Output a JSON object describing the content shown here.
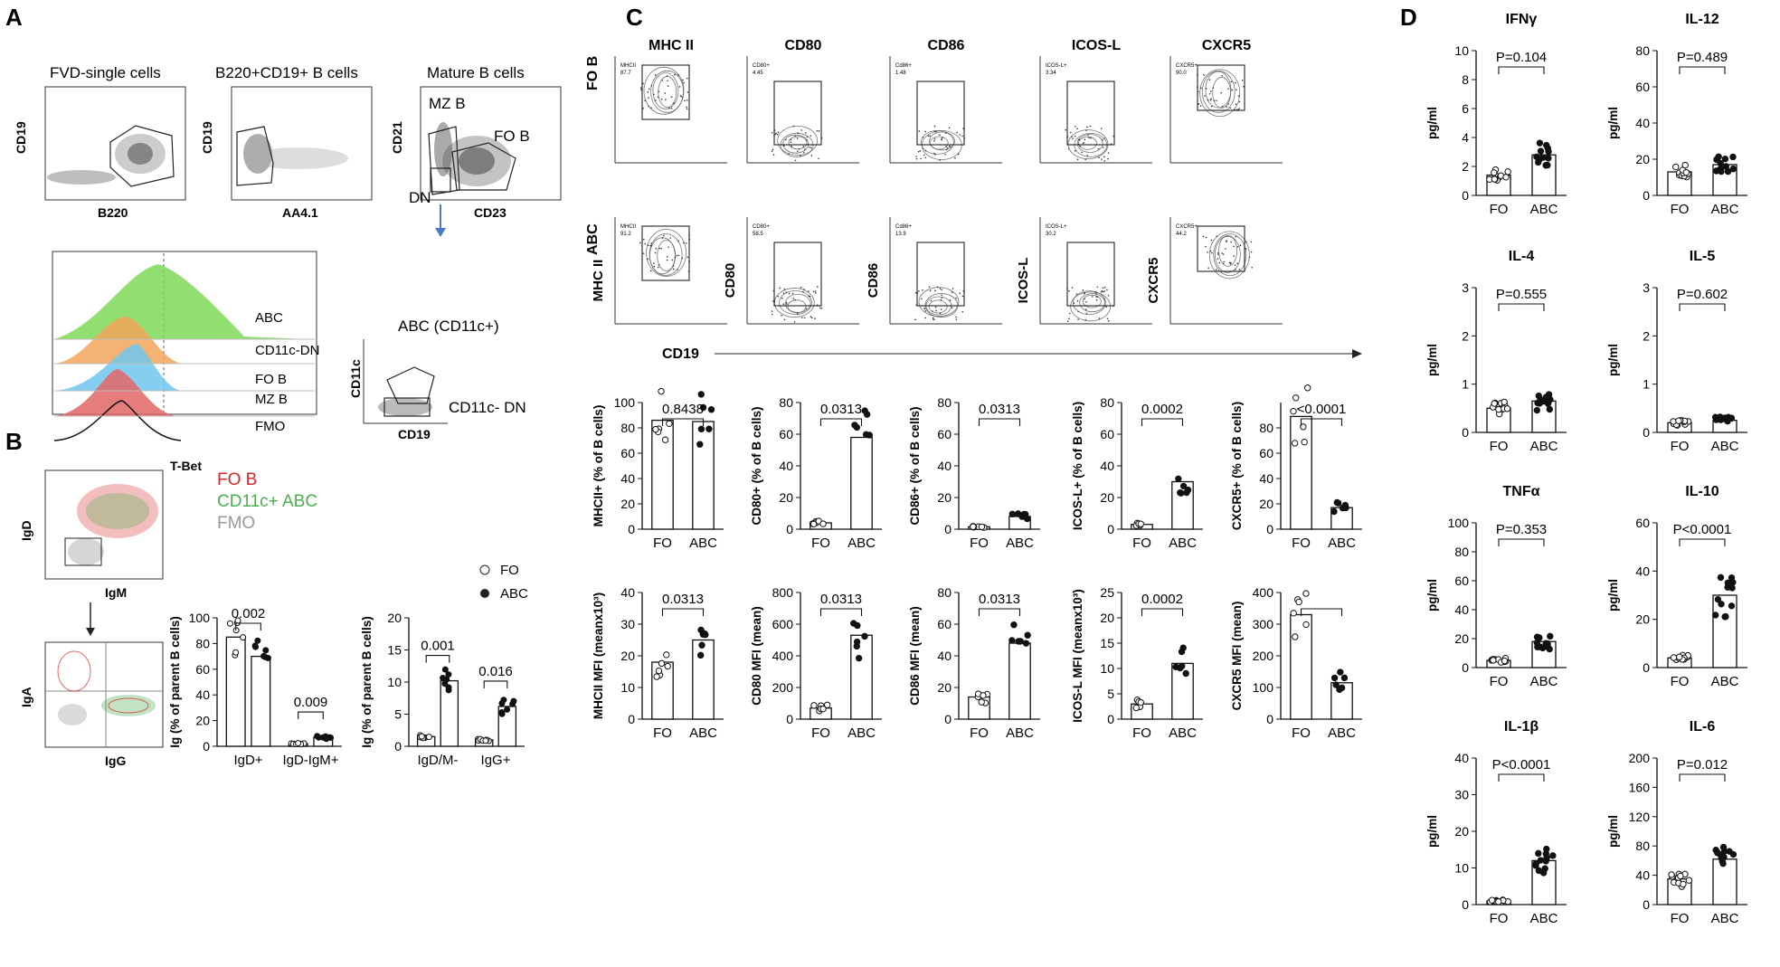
{
  "panels": {
    "a": "A",
    "b": "B",
    "c": "C",
    "d": "D"
  },
  "panel_a": {
    "flow_titles": [
      "FVD-single cells",
      "B220+CD19+ B cells",
      "Mature B cells"
    ],
    "flow_x": [
      "B220",
      "AA4.1",
      "CD23"
    ],
    "flow_y": [
      "CD19",
      "CD19",
      "CD21"
    ],
    "gate_labels": {
      "mz": "MZ B",
      "fo": "FO B",
      "dn": "DN"
    },
    "hist_labels": [
      "ABC",
      "CD11c-DN",
      "FO B",
      "MZ B",
      "FMO"
    ],
    "hist_colors": [
      "#7ed957",
      "#f2a65a",
      "#6ec6ee",
      "#e26666",
      "#ffffff"
    ],
    "hist_x": "T-Bet",
    "cd11c": {
      "y": "CD11c",
      "x": "CD19",
      "abc": "ABC (CD11c+)",
      "dn": "CD11c- DN"
    }
  },
  "panel_b": {
    "flow_y": [
      "IgD",
      "IgA"
    ],
    "flow_x": [
      "IgM",
      "IgG"
    ],
    "legend": [
      {
        "label": "FO B",
        "color": "#d62828"
      },
      {
        "label": "CD11c+ ABC",
        "color": "#4caf50"
      },
      {
        "label": "FMO",
        "color": "#999999"
      }
    ],
    "dot_legend": [
      {
        "label": "FO"
      },
      {
        "label": "ABC"
      }
    ]
  },
  "panel_c": {
    "markers": [
      "MHC II",
      "CD80",
      "CD86",
      "ICOS-L",
      "CXCR5"
    ],
    "rows": [
      "FO B",
      "ABC"
    ],
    "gate_fo": [
      "MHCII\n87.7",
      "CD80+\n4.45",
      "Cd86+\n1.48",
      "ICOS-L+\n3.34",
      "CXCR5+\n90.0"
    ],
    "gate_abc": [
      "MHCII\n91.2",
      "CD80+\n58.5",
      "Cd86+\n13.9",
      "ICOS-L+\n30.2",
      "CXCR5+\n44.2"
    ],
    "x_axis": "CD19"
  },
  "chart_data": [
    {
      "type": "bar",
      "panel": "B",
      "categories": [
        "IgD+",
        "IgD-IgM+"
      ],
      "ylabel": "Ig (% of parent B cells)",
      "ylim": [
        0,
        100
      ],
      "yticks": [
        0,
        20,
        40,
        60,
        80,
        100
      ],
      "series": [
        {
          "name": "FO",
          "values": [
            85,
            2
          ]
        },
        {
          "name": "ABC",
          "values": [
            70,
            7
          ]
        }
      ],
      "pvalues": [
        "0.002",
        "0.009"
      ]
    },
    {
      "type": "bar",
      "panel": "B",
      "categories": [
        "IgD/M-",
        "IgG+"
      ],
      "ylabel": "Ig (% of parent B cells)",
      "ylim": [
        0,
        20
      ],
      "yticks": [
        0,
        5,
        10,
        15,
        20
      ],
      "series": [
        {
          "name": "FO",
          "values": [
            1.5,
            1
          ]
        },
        {
          "name": "ABC",
          "values": [
            10.2,
            6.2
          ]
        }
      ],
      "pvalues": [
        "0.001",
        "0.016"
      ]
    },
    {
      "type": "bar",
      "panel": "C",
      "categories": [
        "FO",
        "ABC"
      ],
      "values": [
        86,
        85
      ],
      "ylabel": "MHCII+ (% of B cells)",
      "ylim": [
        0,
        100
      ],
      "yticks": [
        0,
        20,
        40,
        60,
        80,
        100
      ],
      "pvalue": "0.8438"
    },
    {
      "type": "bar",
      "panel": "C",
      "categories": [
        "FO",
        "ABC"
      ],
      "values": [
        4,
        58
      ],
      "ylabel": "CD80+ (% of B cells)",
      "ylim": [
        0,
        80
      ],
      "yticks": [
        0,
        20,
        40,
        60,
        80
      ],
      "pvalue": "0.0313"
    },
    {
      "type": "bar",
      "panel": "C",
      "categories": [
        "FO",
        "ABC"
      ],
      "values": [
        1.5,
        8
      ],
      "ylabel": "CD86+ (% of B cells)",
      "ylim": [
        0,
        80
      ],
      "yticks": [
        0,
        20,
        40,
        60,
        80
      ],
      "pvalue": "0.0313"
    },
    {
      "type": "bar",
      "panel": "C",
      "categories": [
        "FO",
        "ABC"
      ],
      "values": [
        3,
        30
      ],
      "ylabel": "ICOS-L+ (% of B cells)",
      "ylim": [
        0,
        80
      ],
      "yticks": [
        0,
        20,
        40,
        60,
        80
      ],
      "pvalue": "0.0002"
    },
    {
      "type": "bar",
      "panel": "C",
      "categories": [
        "FO",
        "ABC"
      ],
      "values": [
        89,
        17
      ],
      "ylabel": "CXCR5+ (% of B cells)",
      "ylim": [
        0,
        100
      ],
      "yticks": [
        0,
        20,
        40,
        60,
        80
      ],
      "pvalue": "<0.0001"
    },
    {
      "type": "bar",
      "panel": "C",
      "categories": [
        "FO",
        "ABC"
      ],
      "values": [
        18,
        25
      ],
      "ylabel": "MHCII MFI (meanx10³)",
      "ylim": [
        0,
        40
      ],
      "yticks": [
        0,
        10,
        20,
        30,
        40
      ],
      "pvalue": "0.0313"
    },
    {
      "type": "bar",
      "panel": "C",
      "categories": [
        "FO",
        "ABC"
      ],
      "values": [
        70,
        530
      ],
      "ylabel": "CD80 MFI (mean)",
      "ylim": [
        0,
        800
      ],
      "yticks": [
        0,
        200,
        400,
        600,
        800
      ],
      "pvalue": "0.0313"
    },
    {
      "type": "bar",
      "panel": "C",
      "categories": [
        "FO",
        "ABC"
      ],
      "values": [
        14,
        48
      ],
      "ylabel": "CD86 MFI (mean)",
      "ylim": [
        0,
        80
      ],
      "yticks": [
        0,
        20,
        40,
        60,
        80
      ],
      "pvalue": "0.0313"
    },
    {
      "type": "bar",
      "panel": "C",
      "categories": [
        "FO",
        "ABC"
      ],
      "values": [
        3,
        11
      ],
      "ylabel": "ICOS-L MFI (meanx10³)",
      "ylim": [
        0,
        25
      ],
      "yticks": [
        0,
        5,
        10,
        15,
        20,
        25
      ],
      "pvalue": "0.0002"
    },
    {
      "type": "bar",
      "panel": "C",
      "categories": [
        "FO",
        "ABC"
      ],
      "values": [
        330,
        115
      ],
      "ylabel": "CXCR5 MFI (mean)",
      "ylim": [
        0,
        400
      ],
      "yticks": [
        0,
        100,
        200,
        300,
        400
      ],
      "pvalue": ""
    },
    {
      "type": "bar",
      "panel": "D",
      "title": "IFNγ",
      "categories": [
        "FO",
        "ABC"
      ],
      "values": [
        1.4,
        2.8
      ],
      "ylabel": "pg/ml",
      "ylim": [
        0,
        10
      ],
      "yticks": [
        0,
        2,
        4,
        6,
        8,
        10
      ],
      "pvalue": "P=0.104"
    },
    {
      "type": "bar",
      "panel": "D",
      "title": "IL-12",
      "categories": [
        "FO",
        "ABC"
      ],
      "values": [
        13,
        17
      ],
      "ylabel": "pg/ml",
      "ylim": [
        0,
        80
      ],
      "yticks": [
        0,
        20,
        40,
        60,
        80
      ],
      "pvalue": "P=0.489"
    },
    {
      "type": "bar",
      "panel": "D",
      "title": "IL-4",
      "categories": [
        "FO",
        "ABC"
      ],
      "values": [
        0.5,
        0.65
      ],
      "ylabel": "pg/ml",
      "ylim": [
        0,
        3
      ],
      "yticks": [
        0,
        1,
        2,
        3
      ],
      "pvalue": "P=0.555"
    },
    {
      "type": "bar",
      "panel": "D",
      "title": "IL-5",
      "categories": [
        "FO",
        "ABC"
      ],
      "values": [
        0.2,
        0.25
      ],
      "ylabel": "pg/ml",
      "ylim": [
        0,
        3
      ],
      "yticks": [
        0,
        1,
        2,
        3
      ],
      "pvalue": "P=0.602"
    },
    {
      "type": "bar",
      "panel": "D",
      "title": "TNFα",
      "categories": [
        "FO",
        "ABC"
      ],
      "values": [
        5,
        18
      ],
      "ylabel": "pg/ml",
      "ylim": [
        0,
        100
      ],
      "yticks": [
        0,
        20,
        40,
        60,
        80,
        100
      ],
      "pvalue": "P=0.353"
    },
    {
      "type": "bar",
      "panel": "D",
      "title": "IL-10",
      "categories": [
        "FO",
        "ABC"
      ],
      "values": [
        4,
        30
      ],
      "ylabel": "pg/ml",
      "ylim": [
        0,
        60
      ],
      "yticks": [
        0,
        20,
        40,
        60
      ],
      "pvalue": "P<0.0001"
    },
    {
      "type": "bar",
      "panel": "D",
      "title": "IL-1β",
      "categories": [
        "FO",
        "ABC"
      ],
      "values": [
        1,
        12
      ],
      "ylabel": "pg/ml",
      "ylim": [
        0,
        40
      ],
      "yticks": [
        0,
        10,
        20,
        30,
        40
      ],
      "pvalue": "P<0.0001"
    },
    {
      "type": "bar",
      "panel": "D",
      "title": "IL-6",
      "categories": [
        "FO",
        "ABC"
      ],
      "values": [
        35,
        62
      ],
      "ylabel": "pg/ml",
      "ylim": [
        0,
        200
      ],
      "yticks": [
        0,
        40,
        80,
        120,
        160,
        200
      ],
      "pvalue": "P=0.012"
    }
  ]
}
